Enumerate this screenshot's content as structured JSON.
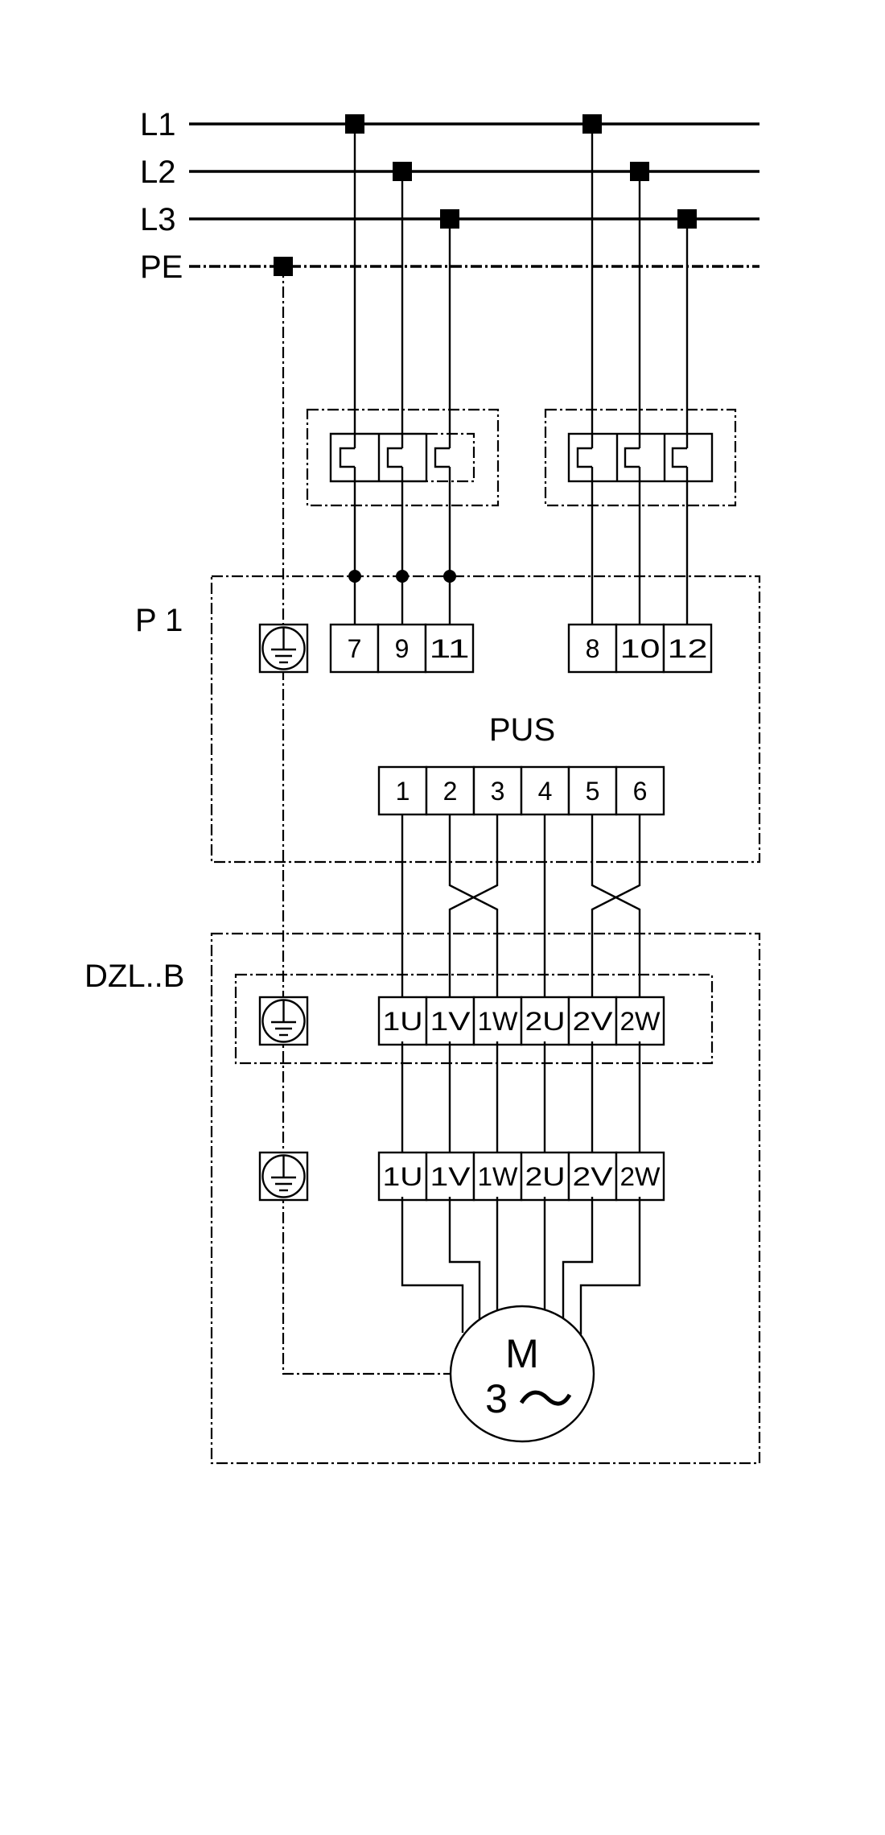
{
  "bus_labels": [
    "L1",
    "L2",
    "L3",
    "PE"
  ],
  "p1": {
    "label": "P 1",
    "terminals_left": [
      "7",
      "9",
      "11"
    ],
    "terminals_right": [
      "8",
      "10",
      "12"
    ],
    "pus_label": "PUS",
    "pus_terminals": [
      "1",
      "2",
      "3",
      "4",
      "5",
      "6"
    ]
  },
  "dzl": {
    "label": "DZL..B",
    "terminals_upper": [
      "1U",
      "1V",
      "1W",
      "2U",
      "2V",
      "2W"
    ],
    "terminals_lower": [
      "1U",
      "1V",
      "1W",
      "2U",
      "2V",
      "2W"
    ]
  },
  "motor": {
    "label": "M",
    "phase_count": "3",
    "phase_icon": "tilde-ac-icon"
  },
  "icons": {
    "ground": "protective-earth-icon",
    "breaker": "circuit-breaker-icon"
  },
  "colors": {
    "line": "#000000",
    "background": "#ffffff"
  }
}
